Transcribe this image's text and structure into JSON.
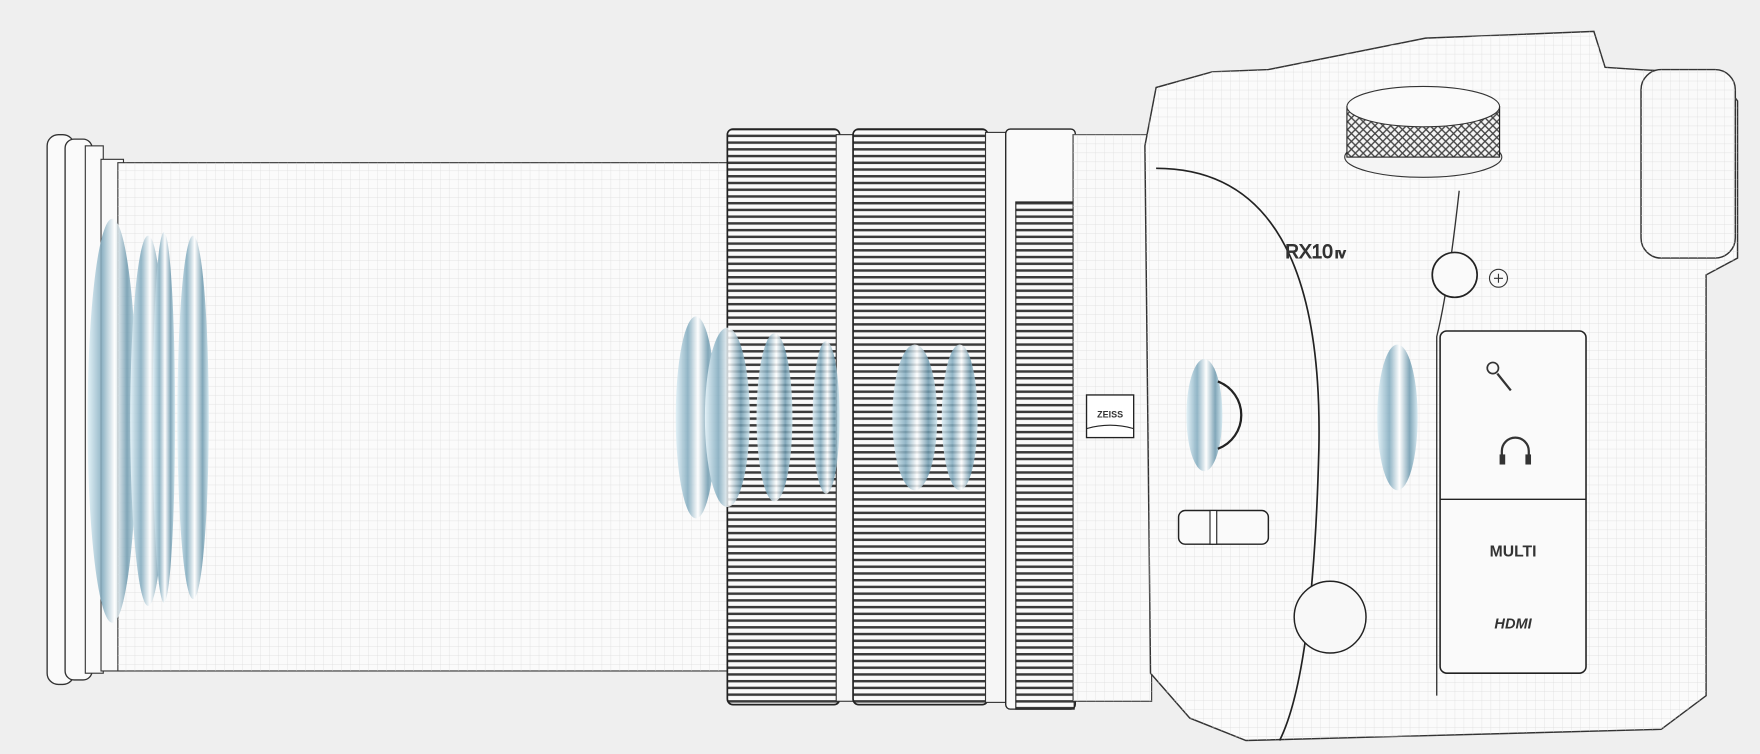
{
  "illustration": {
    "model_badge": {
      "main": "RX10",
      "suffix": "IV"
    },
    "lens_brand_logo": "ZEISS",
    "ports": {
      "mic_icon": "microphone-icon",
      "headphone_icon": "headphone-icon",
      "multi_label": "MULTI",
      "hdmi_label": "HDMI"
    }
  },
  "colors": {
    "background": "#efefef",
    "line": "#2a2a2a",
    "grid": "#d6d6d6",
    "glass": "#8fb6c8"
  }
}
